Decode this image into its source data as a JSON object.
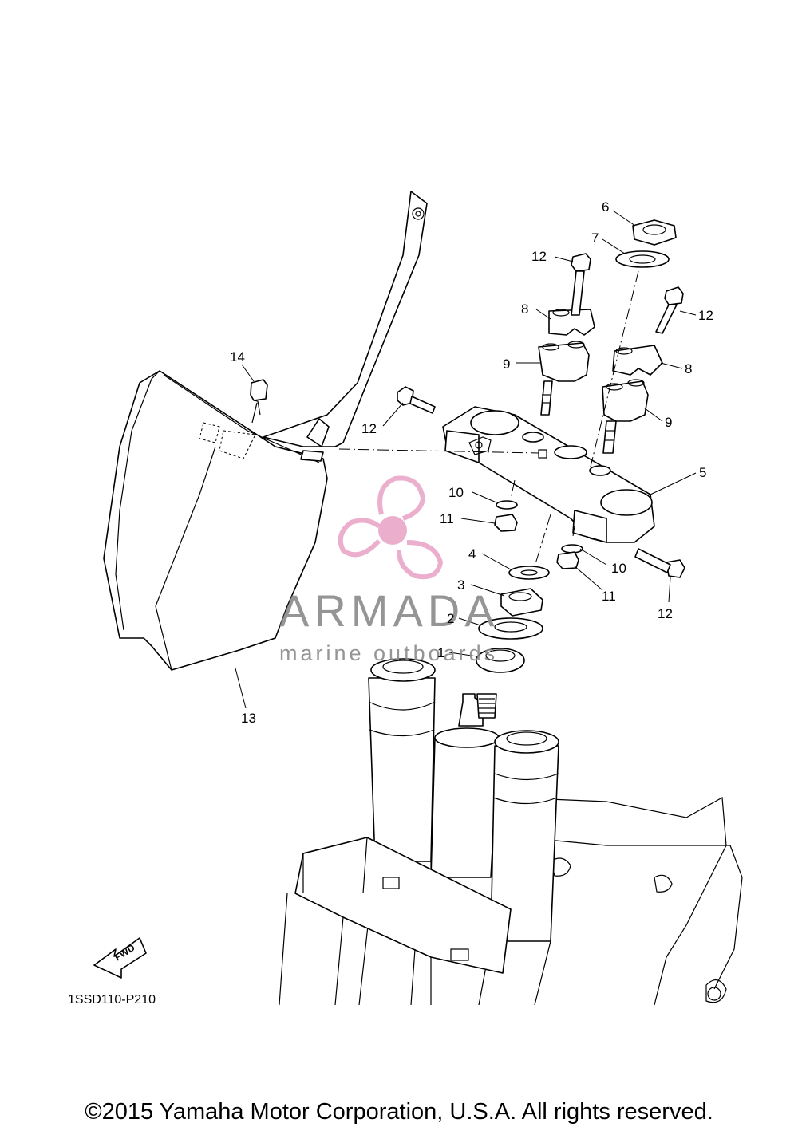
{
  "diagram": {
    "callouts": [
      "1",
      "2",
      "3",
      "4",
      "5",
      "6",
      "7",
      "8",
      "9",
      "10",
      "11",
      "12",
      "13",
      "14"
    ],
    "diagram_code": "1SSD110-P210",
    "fwd_label": "FWD"
  },
  "watermark": {
    "title": "ARMADA",
    "subtitle": "marine outboards",
    "color": "#e9a7c8"
  },
  "footer": {
    "copyright": "©2015 Yamaha Motor Corporation, U.S.A. All rights reserved."
  }
}
